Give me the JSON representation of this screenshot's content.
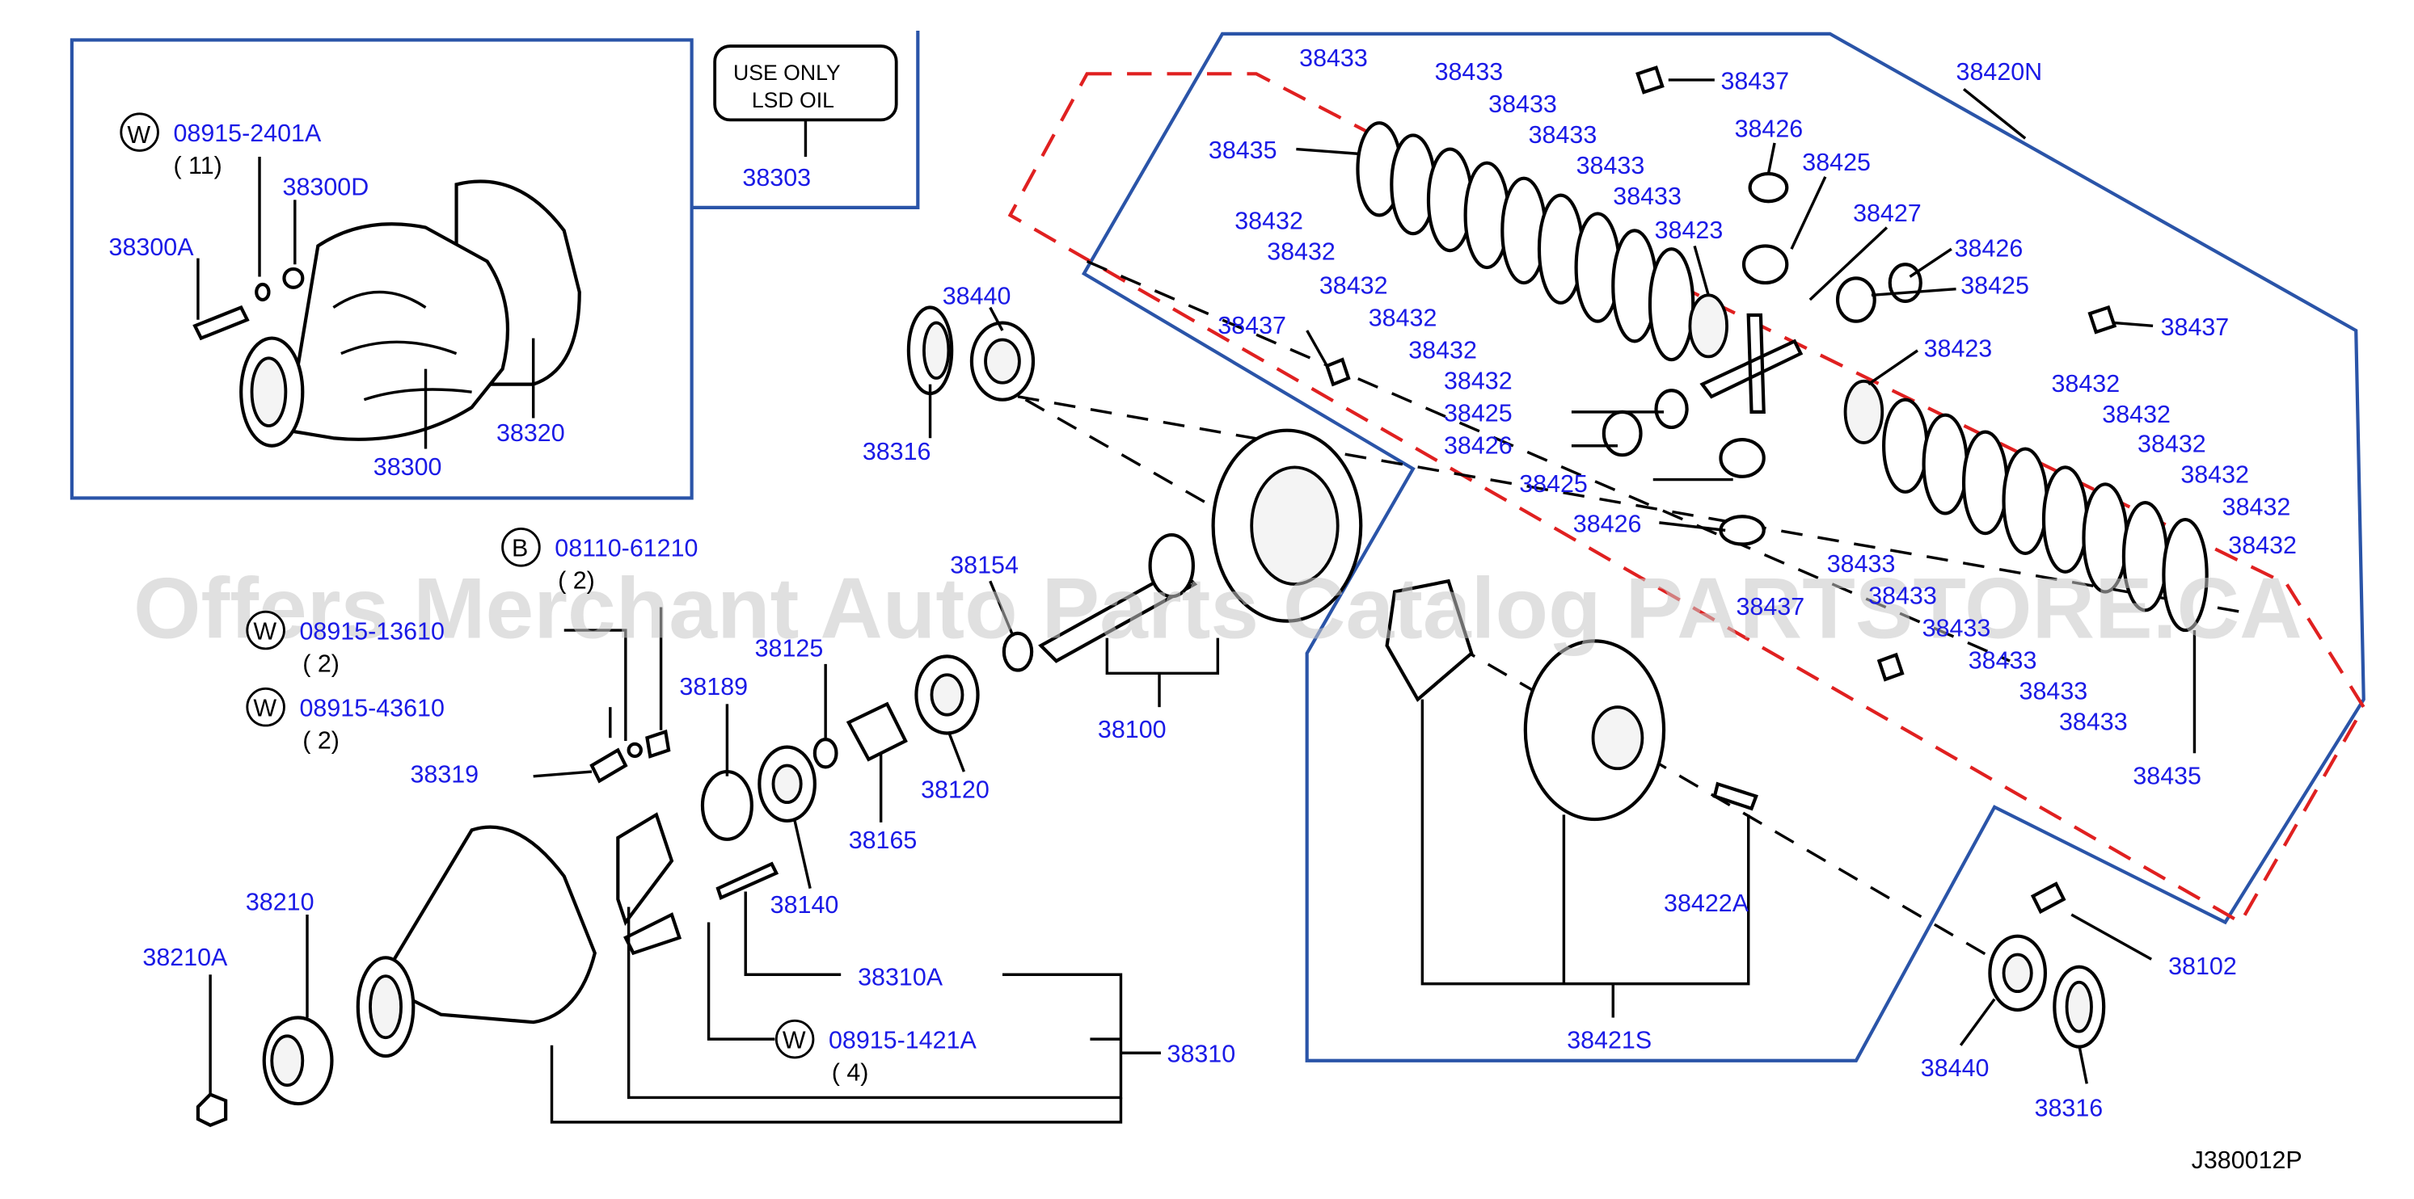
{
  "watermark": "Offers Merchant Auto Parts Catalog PARTSTORE.CA",
  "diagram_code": "J380012P",
  "note_box": {
    "line1": "USE   ONLY",
    "line2": "LSD   OIL"
  },
  "parts": {
    "p38303": "38303",
    "p38300A": "38300A",
    "p38300D": "38300D",
    "p38300": "38300",
    "p38320": "38320",
    "p38440_top": "38440",
    "p38316_top": "38316",
    "p38437_left": "38437",
    "p38154": "38154",
    "p38125": "38125",
    "p38189": "38189",
    "p38100": "38100",
    "p38120": "38120",
    "p38165": "38165",
    "p38140": "38140",
    "p38319": "38319",
    "p38210": "38210",
    "p38210A": "38210A",
    "p38310A": "38310A",
    "p38310": "38310",
    "p38421S": "38421S",
    "p38422A": "38422A",
    "p38102": "38102",
    "p38440_bot": "38440",
    "p38316_bot": "38316",
    "p38420N": "38420N",
    "p38437_a": "38437",
    "p38437_b": "38437",
    "p38437_c": "38437",
    "p38426_a": "38426",
    "p38425_a": "38425",
    "p38427": "38427",
    "p38426_b": "38426",
    "p38425_b": "38425",
    "p38423_a": "38423",
    "p38423_b": "38423",
    "p38425_c": "38425",
    "p38426_c": "38426",
    "p38425_d": "38425",
    "p38426_d": "38426",
    "p38435_a": "38435",
    "p38435_b": "38435"
  },
  "upper_stack_433": [
    "38433",
    "38433",
    "38433",
    "38433",
    "38433",
    "38433"
  ],
  "upper_stack_432": [
    "38432",
    "38432",
    "38432",
    "38432",
    "38432",
    "38432"
  ],
  "lower_stack_432": [
    "38432",
    "38432",
    "38432",
    "38432",
    "38432",
    "38432"
  ],
  "lower_stack_433": [
    "38433",
    "38433",
    "38433",
    "38433",
    "38433",
    "38433"
  ],
  "fasteners": {
    "f1_code": "08915-2401A",
    "f1_qty": "( 11)",
    "f1_prefix": "W",
    "f2_code": "08110-61210",
    "f2_qty": "( 2)",
    "f2_prefix": "B",
    "f3_code": "08915-13610",
    "f3_qty": "( 2)",
    "f3_prefix": "W",
    "f4_code": "08915-43610",
    "f4_qty": "( 2)",
    "f4_prefix": "W",
    "f5_code": "08915-1421A",
    "f5_qty": "( 4)",
    "f5_prefix": "W"
  }
}
